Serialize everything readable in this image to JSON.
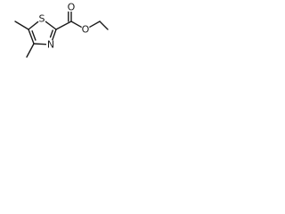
{
  "molecule": {
    "atoms": [
      {
        "id": "c2",
        "element": "C",
        "label": ""
      },
      {
        "id": "s1",
        "element": "S",
        "label": "S"
      },
      {
        "id": "c5",
        "element": "C",
        "label": ""
      },
      {
        "id": "c4",
        "element": "C",
        "label": ""
      },
      {
        "id": "n3",
        "element": "N",
        "label": "N"
      },
      {
        "id": "me5",
        "element": "C",
        "label": ""
      },
      {
        "id": "me4",
        "element": "C",
        "label": ""
      },
      {
        "id": "cc",
        "element": "C",
        "label": ""
      },
      {
        "id": "o_carbonyl",
        "element": "O",
        "label": "O"
      },
      {
        "id": "o_ester",
        "element": "O",
        "label": "O"
      },
      {
        "id": "ch2",
        "element": "C",
        "label": ""
      },
      {
        "id": "ch3",
        "element": "C",
        "label": ""
      }
    ],
    "bonds": [
      {
        "from": "c2",
        "to": "s1",
        "order": 1
      },
      {
        "from": "s1",
        "to": "c5",
        "order": 1
      },
      {
        "from": "c5",
        "to": "c4",
        "order": 2
      },
      {
        "from": "c4",
        "to": "n3",
        "order": 1
      },
      {
        "from": "n3",
        "to": "c2",
        "order": 2
      },
      {
        "from": "c5",
        "to": "me5",
        "order": 1
      },
      {
        "from": "c4",
        "to": "me4",
        "order": 1
      },
      {
        "from": "c2",
        "to": "cc",
        "order": 1
      },
      {
        "from": "cc",
        "to": "o_carbonyl",
        "order": 2
      },
      {
        "from": "cc",
        "to": "o_ester",
        "order": 1
      },
      {
        "from": "o_ester",
        "to": "ch2",
        "order": 1
      },
      {
        "from": "ch2",
        "to": "ch3",
        "order": 1
      }
    ]
  }
}
